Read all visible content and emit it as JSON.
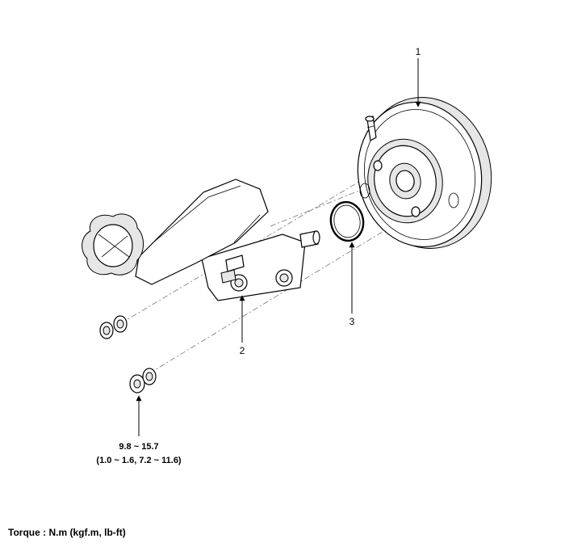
{
  "callouts": {
    "booster": "1",
    "master_cylinder": "2",
    "o_ring": "3"
  },
  "torque_spec": {
    "line1": "9.8 ~ 15.7",
    "line2": "(1.0 ~ 1.6, 7.2 ~ 11.6)"
  },
  "footer_note": "Torque : N.m (kgf.m, lb-ft)",
  "colors": {
    "line": "#000000",
    "shade": "#e6e6e6",
    "centerline": "#777777"
  }
}
